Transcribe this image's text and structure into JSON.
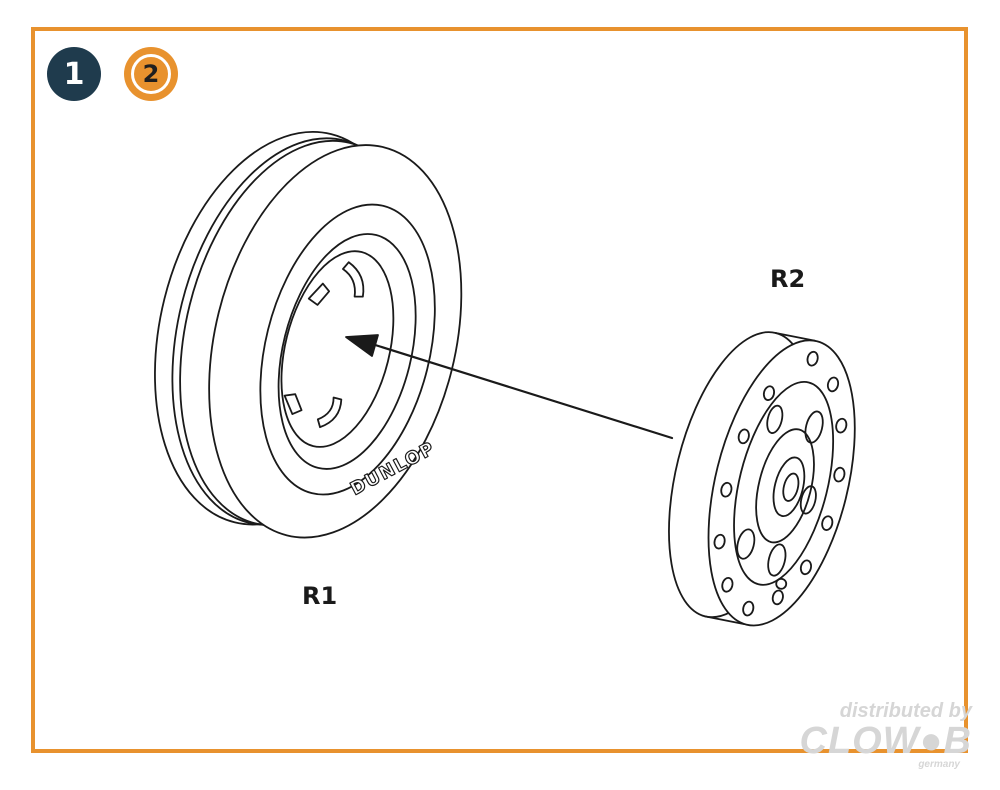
{
  "steps": [
    {
      "number": "1",
      "state": "current"
    },
    {
      "number": "2",
      "state": "next"
    }
  ],
  "parts": {
    "tire_label": "R1",
    "hub_label": "R2",
    "tire_brand": "DUNLOP"
  },
  "watermark": {
    "line1": "distributed by",
    "line2": "CLOW●B",
    "line3": "germany"
  },
  "colors": {
    "frame": "#e8922e",
    "step_active": "#1f3b4d",
    "step_next": "#e8922e",
    "line_art": "#1a1a1a"
  }
}
